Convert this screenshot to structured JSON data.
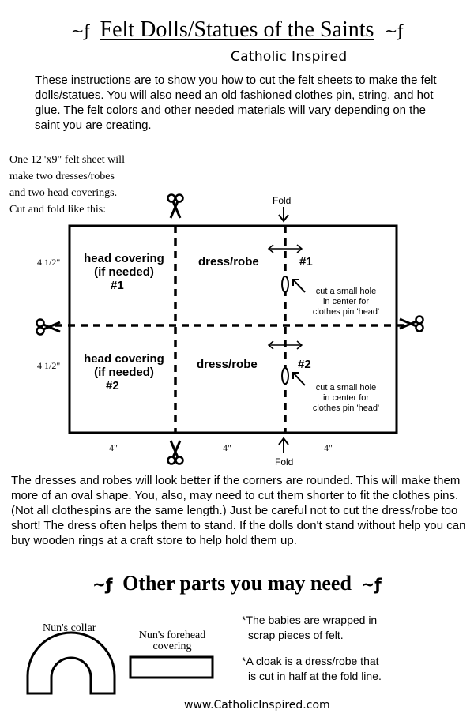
{
  "header": {
    "title": "Felt Dolls/Statues of the Saints",
    "left_swirl": "~ƒ",
    "right_swirl": "~ƒ",
    "subtitle": "Catholic Inspired"
  },
  "intro": "These instructions are to show you how to cut the felt sheets to make the felt dolls/statues. You will also need an old fashioned clothes pin, string, and hot glue. The felt colors and other needed materials will vary depending on the saint you are creating.",
  "side_note": {
    "lines": [
      "One 12\"x9\" felt sheet will",
      "make two dresses/robes",
      "and two head coverings.",
      "Cut and fold like this:"
    ]
  },
  "diagram": {
    "fold_top": "Fold",
    "fold_bottom": "Fold",
    "left_dims": [
      "4 1/2\"",
      "4 1/2\""
    ],
    "bottom_dims": [
      "4\"",
      "4\"",
      "4\""
    ],
    "cells": {
      "head1": [
        "head covering",
        "(if needed)",
        "#1"
      ],
      "dress1": "dress/robe",
      "num1": "#1",
      "head2": [
        "head covering",
        "(if needed)",
        "#2"
      ],
      "dress2": "dress/robe",
      "num2": "#2"
    },
    "hole_note_1": [
      "cut a small hole",
      "in center for",
      "clothes pin 'head'"
    ],
    "hole_note_2": [
      "cut a small hole",
      "in center for",
      "clothes pin 'head'"
    ]
  },
  "body2": "The dresses and robes will look better if the corners are rounded. This will make them more of an oval shape. You, also, may need to cut them shorter to fit the clothes pins. (Not all clothespins are the same length.) Just be careful not to cut the dress/robe too short! The dress often helps them to stand. If the dolls don't stand without help you can buy wooden rings at a craft store to help hold them up.",
  "section2": {
    "heading": "Other parts you may need",
    "collar_label": "Nun's collar",
    "forehead_label": [
      "Nun's forehead",
      "covering"
    ],
    "notes": [
      [
        "*The babies are wrapped in",
        "scrap pieces of felt."
      ],
      [
        "*A cloak is a dress/robe that",
        "is cut in half at the fold line."
      ]
    ]
  },
  "footer": {
    "url": "www.CatholicInspired.com"
  },
  "icons": {
    "scissors": "scissors-icon",
    "arrows": "arrow-icon"
  }
}
